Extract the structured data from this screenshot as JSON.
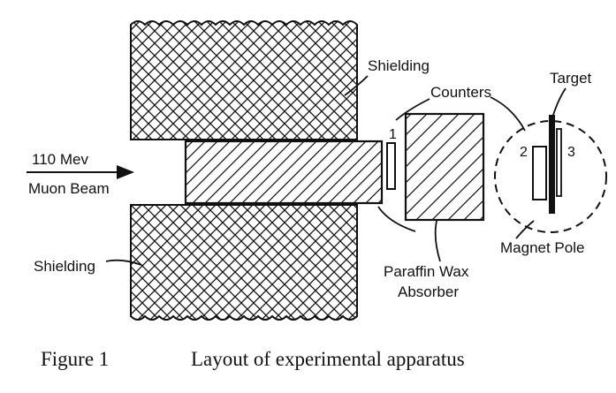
{
  "figure": {
    "labels": {
      "beam_energy": "110 Mev",
      "beam": "Muon Beam",
      "shielding_top": "Shielding",
      "shielding_bottom": "Shielding",
      "counters": "Counters",
      "target": "Target",
      "magnet_pole": "Magnet Pole",
      "absorber_line1": "Paraffin Wax",
      "absorber_line2": "Absorber",
      "counter_1": "1",
      "counter_2": "2",
      "counter_3": "3"
    },
    "caption": {
      "number": "Figure 1",
      "text": "Layout of experimental apparatus"
    }
  }
}
